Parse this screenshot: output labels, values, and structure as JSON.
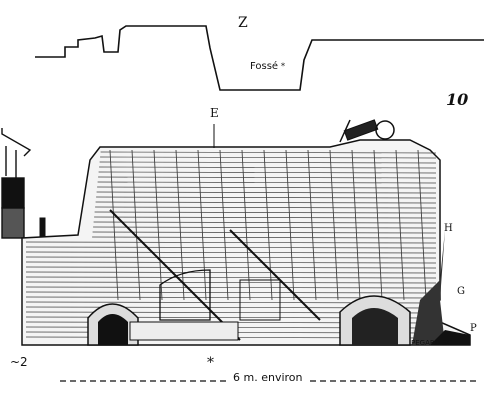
{
  "figure": {
    "plate_number": "10",
    "label_z": "Z",
    "label_fosse": "Fossé",
    "label_e": "E",
    "label_h": "H",
    "label_g": "G",
    "label_p": "P",
    "label_engraver": "PEGARD SC",
    "label_mark": "~2",
    "label_asterisk": "*",
    "label_scale": "6 m. environ"
  },
  "colors": {
    "ink": "#111111",
    "paper": "#ffffff"
  }
}
